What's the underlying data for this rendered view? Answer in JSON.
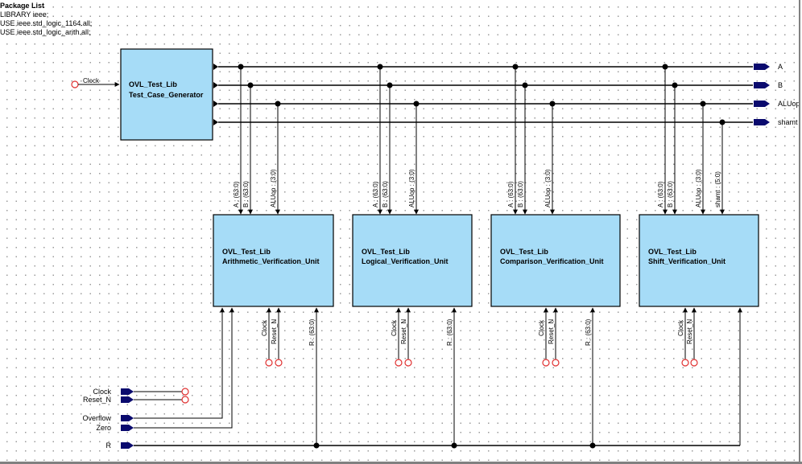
{
  "package": {
    "title": "Package List",
    "lines": [
      "LIBRARY ieee;",
      "USE ieee.std_logic_1164.all;",
      "USE ieee.std_logic_arith.all;"
    ]
  },
  "generator": {
    "lib": "OVL_Test_Lib",
    "name": "Test_Case_Generator",
    "clock_input": "Clock"
  },
  "buses": [
    "A",
    "B",
    "ALUop",
    "shamt"
  ],
  "units": [
    {
      "id": "arith",
      "lib": "OVL_Test_Lib",
      "name": "Arithmetic_Verification_Unit",
      "top_labels": [
        "A : (63:0)",
        "B : (63:0)",
        "ALUop : (3:0)"
      ],
      "bottom_labels": [
        "Clock",
        "Reset_N",
        "R : (63:0)"
      ]
    },
    {
      "id": "logic",
      "lib": "OVL_Test_Lib",
      "name": "Logical_Verification_Unit",
      "top_labels": [
        "A : (63:0)",
        "B : (63:0)",
        "ALUop : (3:0)"
      ],
      "bottom_labels": [
        "Clock",
        "Reset_N",
        "R : (63:0)"
      ]
    },
    {
      "id": "compare",
      "lib": "OVL_Test_Lib",
      "name": "Comparison_Verification_Unit",
      "top_labels": [
        "A : (63:0)",
        "B : (63:0)",
        "ALUop : (3:0)"
      ],
      "bottom_labels": [
        "Clock",
        "Reset_N",
        "R : (63:0)"
      ]
    },
    {
      "id": "shift",
      "lib": "OVL_Test_Lib",
      "name": "Shift_Verification_Unit",
      "top_labels": [
        "A : (63:0)",
        "B : (63:0)",
        "ALUop : (3:0)",
        "shamt : (5:0)"
      ],
      "bottom_labels": [
        "Clock",
        "Reset_N"
      ]
    }
  ],
  "left_ports": [
    "Clock",
    "Reset_N",
    "Overflow",
    "Zero",
    "R"
  ],
  "colors": {
    "block_fill": "#a6dcf7",
    "wire": "#000000",
    "port_fill": "#0a0a6e",
    "connector": "#e03030"
  }
}
